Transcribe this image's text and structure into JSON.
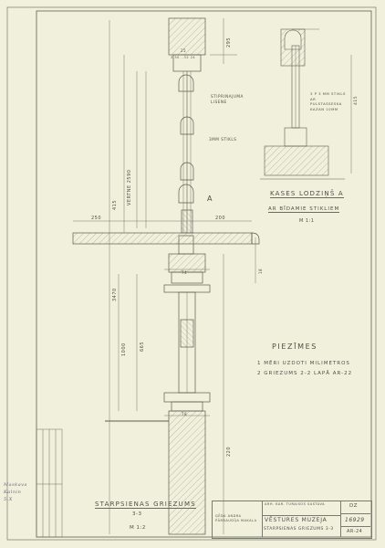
{
  "frame_dims": {
    "top": "25",
    "top2": "3.30 ..32 24",
    "d295": "295",
    "d415": "415",
    "d2590": "VERTNE 2590",
    "d250": "250",
    "d200": "200",
    "d3470": "3470",
    "d1000": "1000",
    "d665": "665",
    "d220": "220",
    "d74": "74",
    "d78": "78",
    "d18": "18"
  },
  "labels": {
    "stiprinajuma_lisene": "STIPRINAJUMA LISENE",
    "stikls": "3MM STIKLS",
    "mark_a": "A",
    "detail_note": "3 P 3 MM STIKLS AR PULSTASSESKA KAZAN 10MM",
    "detail_dim": "415"
  },
  "detail": {
    "title": "KASES LODZIŅŠ A",
    "subtitle": "AR BĪDAMIE STIKLIEM",
    "scale": "M 1:1"
  },
  "notes": {
    "heading": "PIEZĪMES",
    "line1": "1 MĒRI UZDOTI MILIMETROS",
    "line2": "2 GRIEZUMS 2-2 LAPĀ AR-22"
  },
  "section": {
    "title": "STARPSIENAS GRIEZUMS",
    "cut": "3-3",
    "scale": "M 1:2"
  },
  "title_block": {
    "org": "ARH. KAR. TURAISOS SASTAVA",
    "project": "VĒSTURES MUZEJA",
    "sheet": "STARPSIENAS GRIEZUMS 3-3",
    "checked": "ĢĒDA ANDRA PĀRBAUDĪJA MAKALA",
    "code": "DZ",
    "number": "16929",
    "page": "AR-24"
  },
  "left_margin": {
    "stamp": "Maskava Kalnin 5.X"
  }
}
